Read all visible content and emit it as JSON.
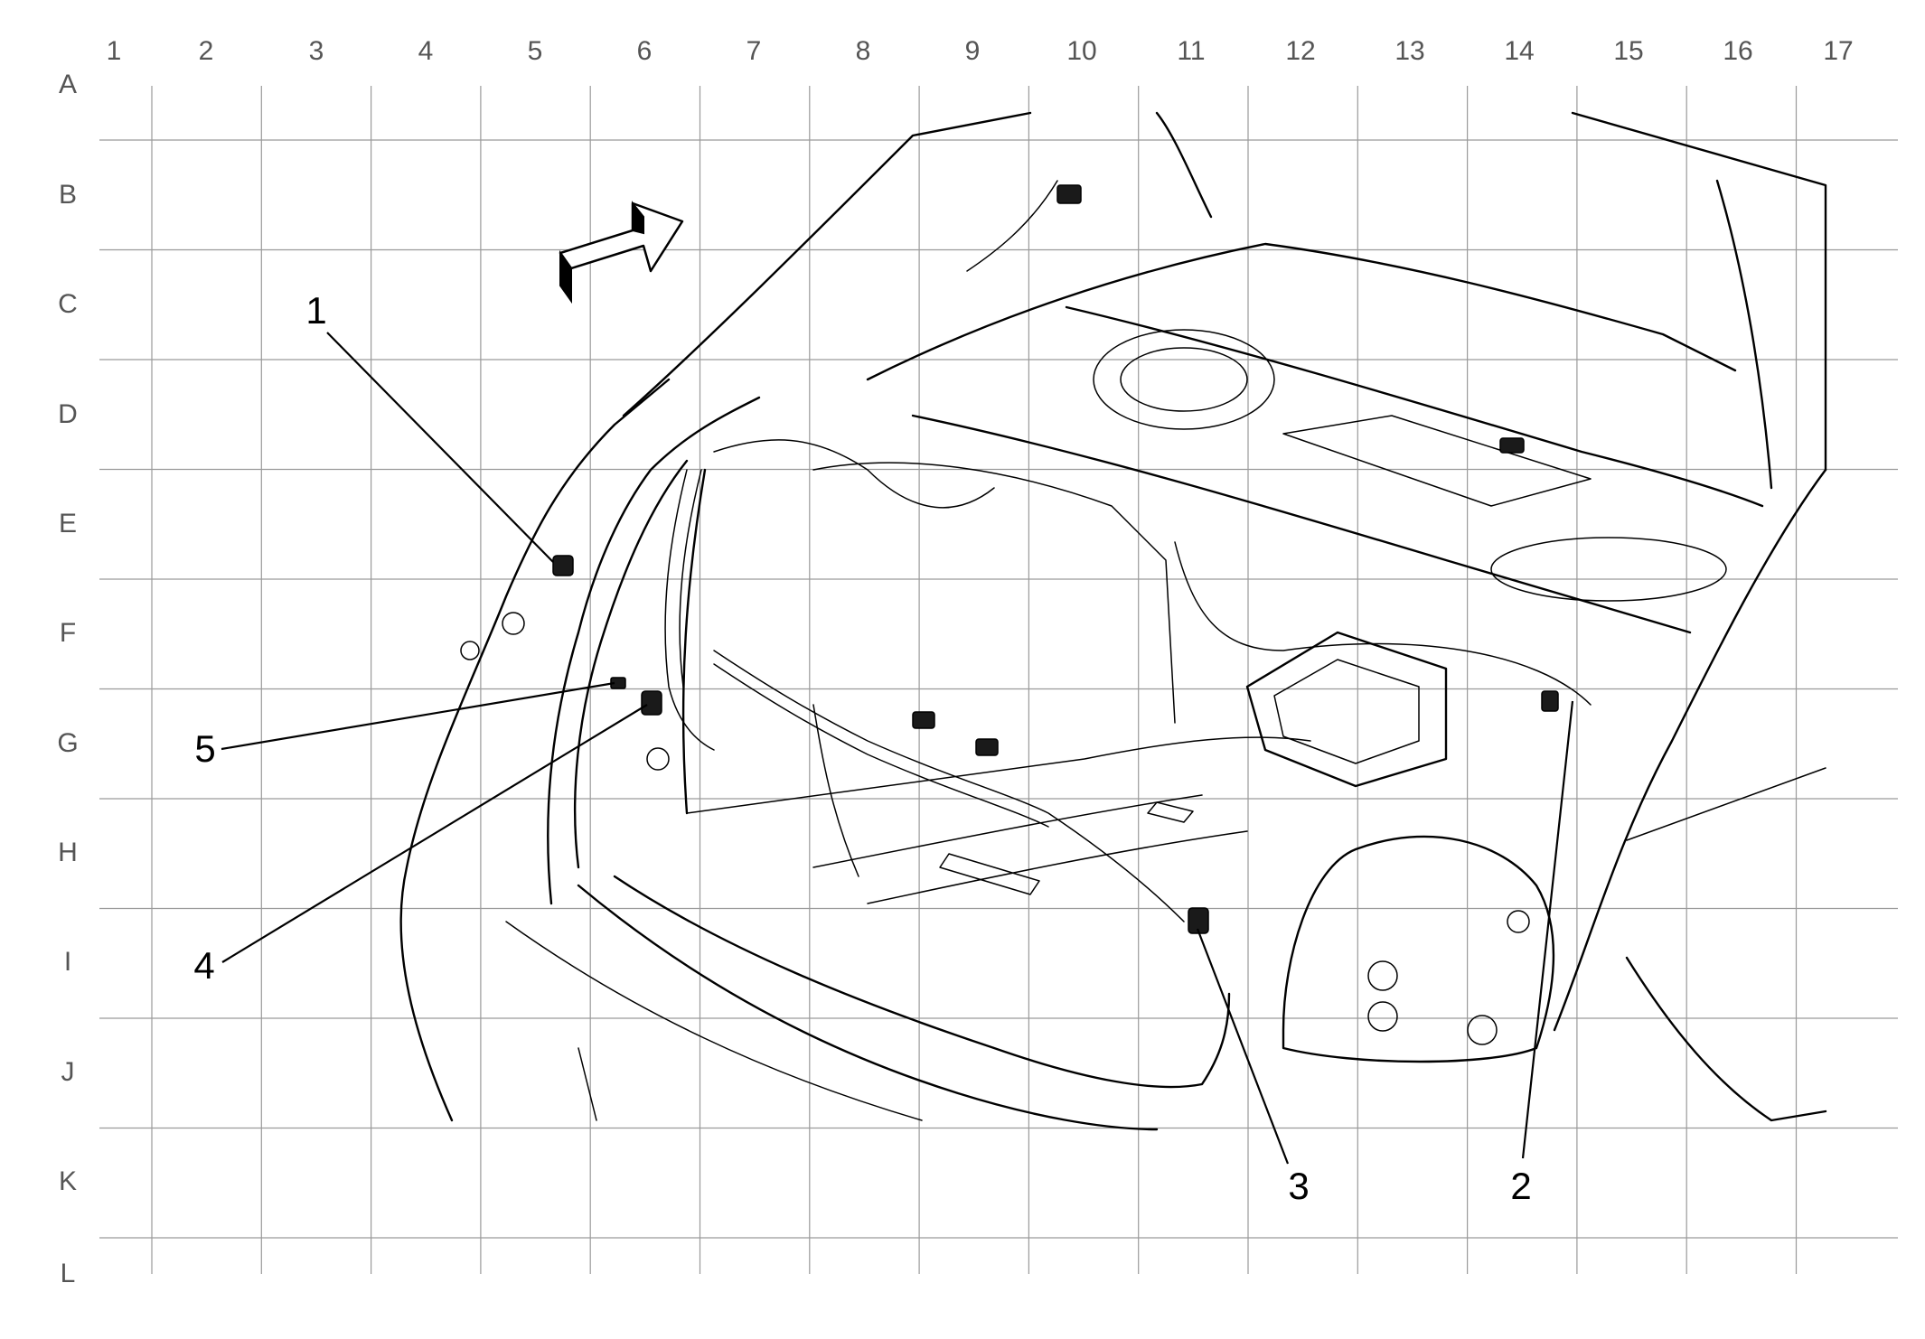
{
  "grid": {
    "columns": [
      "1",
      "2",
      "3",
      "4",
      "5",
      "6",
      "7",
      "8",
      "9",
      "10",
      "11",
      "12",
      "13",
      "14",
      "15",
      "16",
      "17"
    ],
    "rows": [
      "A",
      "B",
      "C",
      "D",
      "E",
      "F",
      "G",
      "H",
      "I",
      "J",
      "K",
      "L"
    ]
  },
  "callouts": [
    {
      "id": "callout-1",
      "label": "1"
    },
    {
      "id": "callout-2",
      "label": "2"
    },
    {
      "id": "callout-3",
      "label": "3"
    },
    {
      "id": "callout-4",
      "label": "4"
    },
    {
      "id": "callout-5",
      "label": "5"
    }
  ],
  "icons": {
    "direction": "forward-arrow-icon"
  },
  "colors": {
    "grid": "#9a9a9a",
    "ink": "#000000",
    "background": "#ffffff"
  }
}
